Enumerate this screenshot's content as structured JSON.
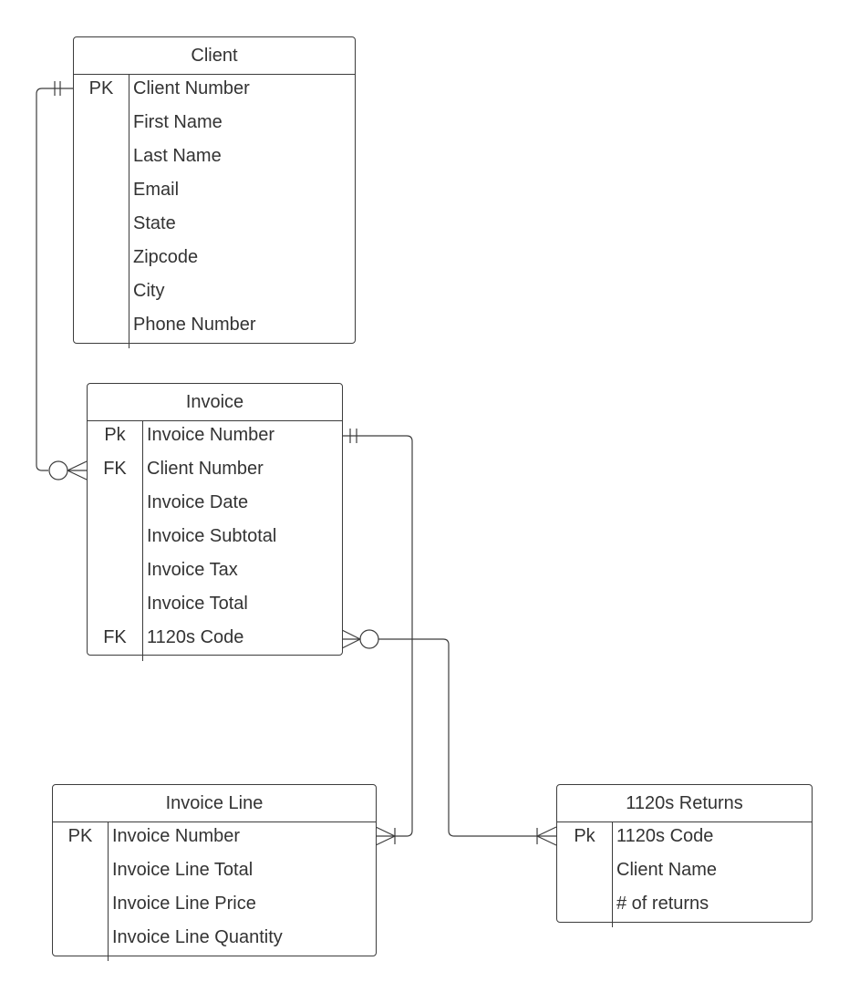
{
  "colors": {
    "line": "#3c3c3c",
    "text": "#333333",
    "background": "#ffffff"
  },
  "entities": {
    "client": {
      "title": "Client",
      "rows": [
        {
          "key": "PK",
          "name": "Client Number"
        },
        {
          "key": "",
          "name": "First Name"
        },
        {
          "key": "",
          "name": "Last Name"
        },
        {
          "key": "",
          "name": "Email"
        },
        {
          "key": "",
          "name": "State"
        },
        {
          "key": "",
          "name": "Zipcode"
        },
        {
          "key": "",
          "name": "City"
        },
        {
          "key": "",
          "name": "Phone Number"
        }
      ]
    },
    "invoice": {
      "title": "Invoice",
      "rows": [
        {
          "key": "Pk",
          "name": "Invoice Number"
        },
        {
          "key": "FK",
          "name": "Client Number"
        },
        {
          "key": "",
          "name": "Invoice Date"
        },
        {
          "key": "",
          "name": "Invoice Subtotal"
        },
        {
          "key": "",
          "name": "Invoice Tax"
        },
        {
          "key": "",
          "name": "Invoice Total"
        },
        {
          "key": "FK",
          "name": "1120s Code"
        }
      ]
    },
    "invoice_line": {
      "title": "Invoice Line",
      "rows": [
        {
          "key": "PK",
          "name": "Invoice Number"
        },
        {
          "key": "",
          "name": "Invoice Line Total"
        },
        {
          "key": "",
          "name": "Invoice Line Price"
        },
        {
          "key": "",
          "name": "Invoice Line Quantity"
        }
      ]
    },
    "returns_1120s": {
      "title": "1120s Returns",
      "rows": [
        {
          "key": "Pk",
          "name": "1120s Code"
        },
        {
          "key": "",
          "name": "Client Name"
        },
        {
          "key": "",
          "name": "# of returns"
        }
      ]
    }
  },
  "relationships": [
    {
      "from": "Client",
      "to": "Invoice",
      "from_cardinality": "one-and-only-one",
      "to_cardinality": "zero-or-many"
    },
    {
      "from": "Invoice",
      "to": "Invoice Line",
      "from_cardinality": "one-and-only-one",
      "to_cardinality": "one-or-many"
    },
    {
      "from": "1120s Returns",
      "to": "Invoice",
      "from_cardinality": "one-or-many",
      "to_cardinality": "zero-or-many"
    }
  ]
}
